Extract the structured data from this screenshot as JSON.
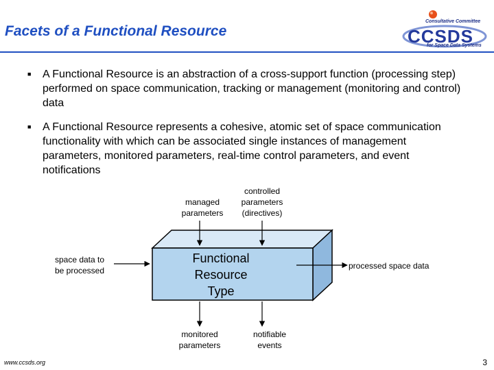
{
  "slide": {
    "title": "Facets of a Functional Resource",
    "logo": {
      "line1": "Consultative Committee",
      "mark": "CCSDS",
      "line2": "for Space Data Systems",
      "accent_color": "#e8501a",
      "brand_color": "#243a9c"
    },
    "bullets": [
      "A Functional Resource is an abstraction of a cross-support function (processing step) performed on space communication, tracking or management (monitoring and control) data",
      "A Functional Resource represents a cohesive, atomic set of space communication functionality with which can be associated single instances of management parameters, monitored parameters, real-time control parameters, and event notifications"
    ],
    "bullet_icon": "square-bullet-icon",
    "diagram": {
      "box_label": [
        "Functional",
        "Resource",
        "Type"
      ],
      "managed": [
        "managed",
        "parameters"
      ],
      "controlled": [
        "controlled",
        "parameters",
        "(directives)"
      ],
      "input": [
        "space data to",
        "be processed"
      ],
      "output": "processed space data",
      "monitored": [
        "monitored",
        "parameters"
      ],
      "notifiable": [
        "notifiable",
        "events"
      ],
      "box_fill": "#b3d4ee"
    },
    "footer": {
      "url": "www.ccsds.org",
      "page_number": "3"
    }
  }
}
